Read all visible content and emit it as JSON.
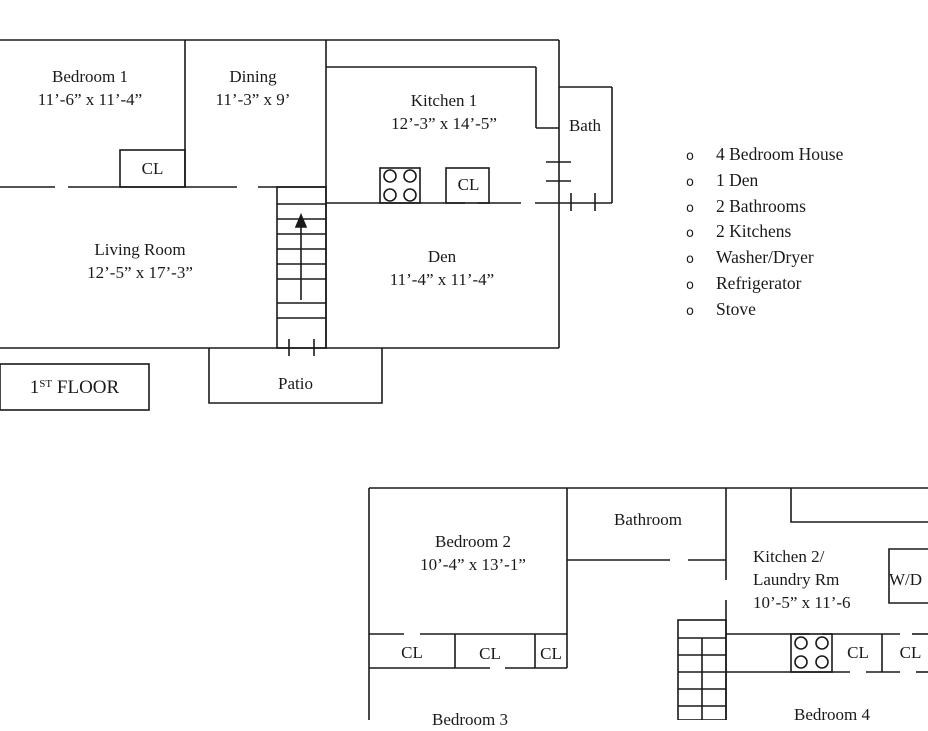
{
  "floor1": {
    "floor_number": "1",
    "floor_suffix": "ST",
    "floor_word": "FLOOR",
    "rooms": {
      "bedroom1": {
        "name": "Bedroom 1",
        "size": "11’-6” x 11’-4”"
      },
      "dining": {
        "name": "Dining",
        "size": "11’-3” x 9’"
      },
      "kitchen1": {
        "name": "Kitchen 1",
        "size": "12’-3” x 14’-5”"
      },
      "bath": {
        "name": "Bath"
      },
      "living": {
        "name": "Living Room",
        "size": "12’-5” x 17’-3”"
      },
      "den": {
        "name": "Den",
        "size": "11’-4” x 11’-4”"
      },
      "patio": {
        "name": "Patio"
      }
    },
    "closets": {
      "bedroom1": "CL",
      "kitchen": "CL"
    }
  },
  "floor2": {
    "rooms": {
      "bedroom2": {
        "name": "Bedroom 2",
        "size": "10’-4” x 13’-1”"
      },
      "bathroom": {
        "name": "Bathroom"
      },
      "kitchen2": {
        "name": "Kitchen 2/",
        "name2": "Laundry Rm",
        "size": "10’-5” x 11’-6"
      },
      "bedroom3": {
        "name": "Bedroom 3"
      },
      "bedroom4": {
        "name": "Bedroom 4"
      }
    },
    "closets": [
      "CL",
      "CL",
      "CL",
      "CL",
      "CL"
    ],
    "washer_dryer": "W/D"
  },
  "features": [
    {
      "bullet": "o",
      "text": "4 Bedroom House"
    },
    {
      "bullet": "o",
      "text": "1 Den"
    },
    {
      "bullet": "o",
      "text": "2 Bathrooms"
    },
    {
      "bullet": "o",
      "text": "2 Kitchens"
    },
    {
      "bullet": "o",
      "text": "Washer/Dryer"
    },
    {
      "bullet": "o",
      "text": "Refrigerator"
    },
    {
      "bullet": "o",
      "text": "Stove"
    }
  ]
}
